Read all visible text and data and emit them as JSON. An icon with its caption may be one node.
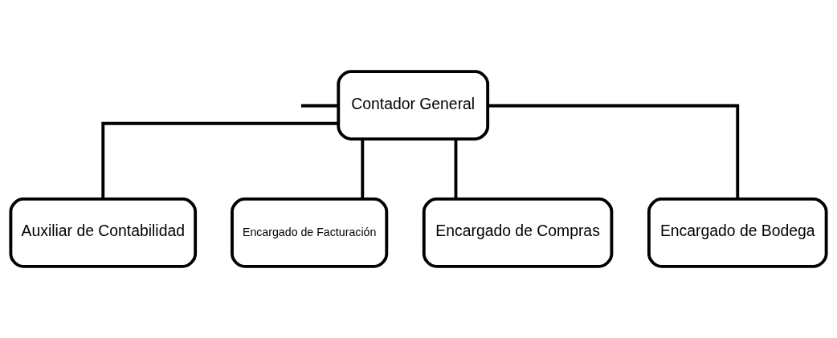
{
  "diagram": {
    "nodes": [
      {
        "text": [
          "Contador General"
        ]
      },
      {
        "text": [
          "Auxiliar de Contabilidad"
        ]
      },
      {
        "text": [
          "Encargado de Facturación"
        ]
      },
      {
        "text": [
          "Encargado de Compras"
        ]
      },
      {
        "text": [
          "Encargado de Bodega"
        ]
      }
    ],
    "edges": [
      {
        "from": null,
        "to": 0,
        "arrow": "none"
      },
      {
        "from": 0,
        "to": 1,
        "arrow": "none"
      },
      {
        "from": 0,
        "to": 2,
        "arrow": "none"
      },
      {
        "from": 0,
        "to": 3,
        "arrow": "none"
      },
      {
        "from": 0,
        "to": 4,
        "arrow": "none"
      }
    ]
  }
}
